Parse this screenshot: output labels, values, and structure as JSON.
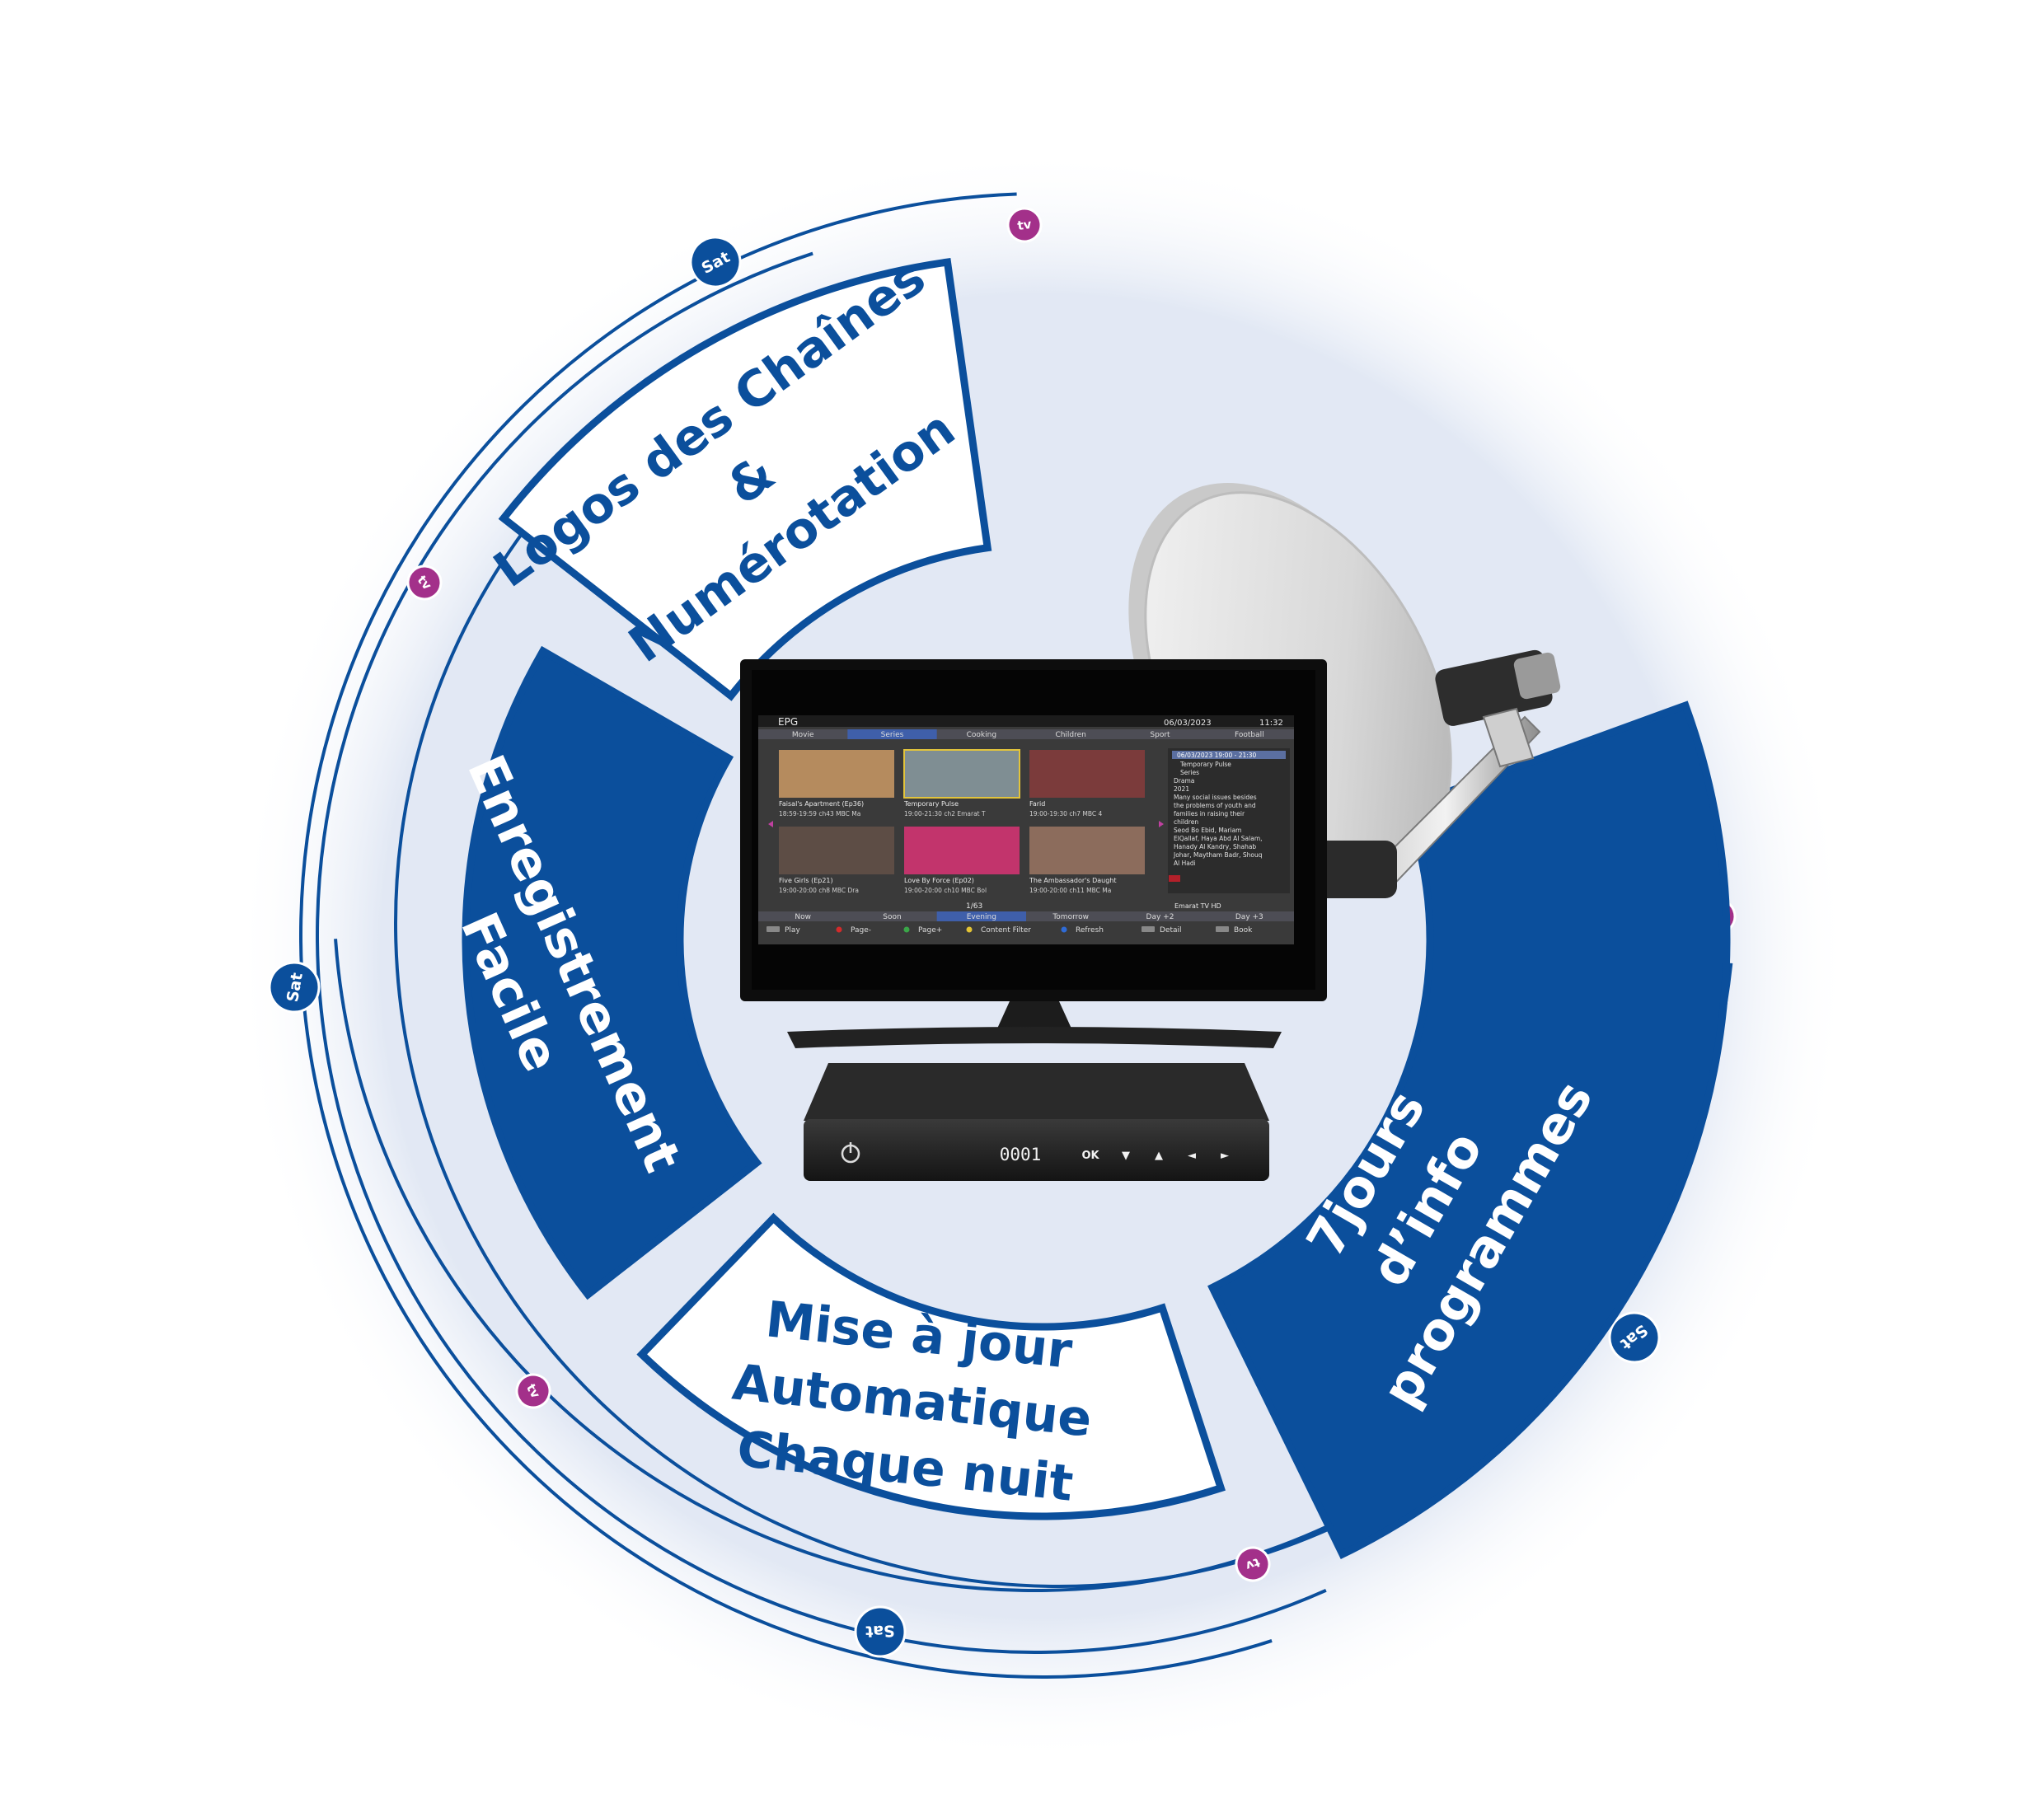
{
  "colors": {
    "primary_blue": "#0b4f9c",
    "magenta": "#a3308a",
    "white": "#ffffff",
    "screen_dark": "#1a1a1a",
    "box_dark": "#262626"
  },
  "segments": {
    "logos": {
      "line1": "Logos des Chaînes",
      "line2": "&",
      "line3": "Numérotation"
    },
    "enregistrement": {
      "line1": "Enregistrement",
      "line2": "Facile"
    },
    "mise_a_jour": {
      "line1": "Mise à jour",
      "line2": "Automatique",
      "line3": "Chaque nuit"
    },
    "jours": {
      "line1": "7jours",
      "line2": "d’info",
      "line3": "programmes"
    }
  },
  "badges": {
    "sat": "Sat",
    "tv": "tv"
  },
  "epg": {
    "title": "EPG",
    "date": "06/03/2023",
    "time": "11:32",
    "tabs": [
      "Movie",
      "Series",
      "Cooking",
      "Children",
      "Sport",
      "Football"
    ],
    "programs": [
      {
        "title": "Faisal's Apartment (Ep36)",
        "info": "18:59-19:59  ch43 MBC Ma"
      },
      {
        "title": "Temporary Pulse",
        "info": "19:00-21:30  ch2 Emarat T"
      },
      {
        "title": "Farid",
        "info": "19:00-19:30  ch7 MBC 4"
      },
      {
        "title": "Five Girls (Ep21)",
        "info": "19:00-20:00  ch8 MBC Dra"
      },
      {
        "title": "Love By Force (Ep02)",
        "info": "19:00-20:00  ch10 MBC Bol"
      },
      {
        "title": "The Ambassador's Daught",
        "info": "19:00-20:00  ch11 MBC Ma"
      }
    ],
    "detail_header": "06/03/2023 19:00 - 21:30",
    "detail_lines": [
      "Temporary Pulse",
      "Series",
      "Drama",
      "2021",
      "Many social issues besides",
      "the problems of youth and",
      "families in raising their",
      "children",
      "Seod Bo Ebid, Mariam",
      "ElQallaf, Haya Abd Al Salam,",
      "Hanady Al Kandry, Shahab",
      "Johar, Maytham Badr, Shouq",
      "Al Hadi"
    ],
    "channel": "Emarat TV HD",
    "page": "1/63",
    "time_tabs": [
      "Now",
      "Soon",
      "Evening",
      "Tomorrow",
      "Day +2",
      "Day +3"
    ],
    "footer": [
      "Play",
      "Page-",
      "Page+",
      "Content Filter",
      "Refresh",
      "Detail",
      "Book"
    ]
  },
  "stb": {
    "display": "0001",
    "ok": "OK",
    "arrows": [
      "▼",
      "▲",
      "◄",
      "►"
    ]
  }
}
